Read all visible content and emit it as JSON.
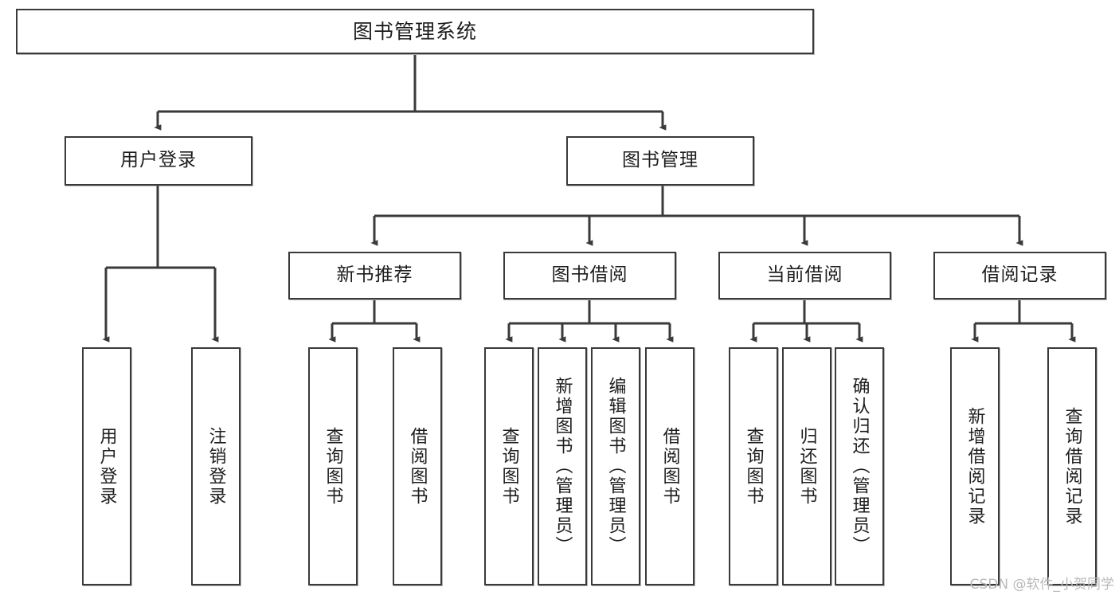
{
  "diagram": {
    "type": "tree",
    "title": "图书管理系统",
    "root": {
      "label": "图书管理系统"
    },
    "level2": [
      {
        "id": "user-login",
        "label": "用户登录"
      },
      {
        "id": "book-management",
        "label": "图书管理"
      }
    ],
    "level3": [
      {
        "id": "new-book-recommend",
        "label": "新书推荐",
        "parent": "book-management"
      },
      {
        "id": "book-borrow",
        "label": "图书借阅",
        "parent": "book-management"
      },
      {
        "id": "current-borrow",
        "label": "当前借阅",
        "parent": "book-management"
      },
      {
        "id": "borrow-record",
        "label": "借阅记录",
        "parent": "book-management"
      }
    ],
    "leaves": {
      "user-login": [
        {
          "id": "leaf-user-login",
          "label": "用户登录"
        },
        {
          "id": "leaf-user-logout",
          "label": "注销登录"
        }
      ],
      "new-book-recommend": [
        {
          "id": "leaf-query-book-1",
          "label": "查询图书"
        },
        {
          "id": "leaf-borrow-book-1",
          "label": "借阅图书"
        }
      ],
      "book-borrow": [
        {
          "id": "leaf-query-book-2",
          "label": "查询图书"
        },
        {
          "id": "leaf-add-book",
          "label": "新增图书（管理员）"
        },
        {
          "id": "leaf-edit-book",
          "label": "编辑图书（管理员）"
        },
        {
          "id": "leaf-borrow-book-2",
          "label": "借阅图书"
        }
      ],
      "current-borrow": [
        {
          "id": "leaf-query-book-3",
          "label": "查询图书"
        },
        {
          "id": "leaf-return-book",
          "label": "归还图书"
        },
        {
          "id": "leaf-confirm-return",
          "label": "确认归还（管理员）"
        }
      ],
      "borrow-record": [
        {
          "id": "leaf-add-record",
          "label": "新增借阅记录"
        },
        {
          "id": "leaf-query-record",
          "label": "查询借阅记录"
        }
      ]
    },
    "colors": {
      "box_border": "#3a3a3a",
      "box_fill": "#ffffff",
      "connector": "#3a3a3a",
      "text": "#1d1d1d",
      "watermark": "#b9b9b9",
      "background": "#ffffff"
    }
  },
  "watermark": {
    "text": "CSDN @软件_小贺同学"
  }
}
